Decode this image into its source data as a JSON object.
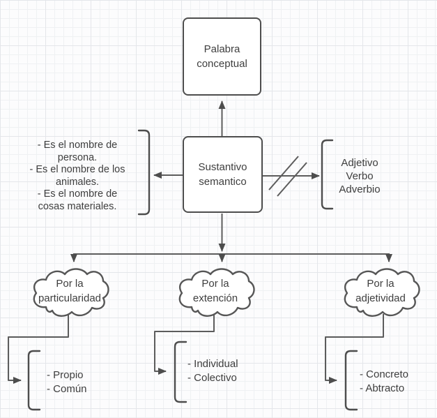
{
  "diagram": {
    "top_box_label": "Palabra\nconceptual",
    "center_box_label": "Sustantivo\nsemantico",
    "left_notes": "- Es el nombre de\npersona.\n- Es el nombre de los\nanimales.\n- Es el nombre de\ncosas materiales.",
    "right_notes": "Adjetivo\nVerbo\nAdverbio",
    "branches": [
      {
        "cloud": "Por la\nparticularidad",
        "items": "- Propio\n- Común"
      },
      {
        "cloud": "Por la\nextención",
        "items": "- Individual\n- Colectivo"
      },
      {
        "cloud": "Por la\nadjetividad",
        "items": "- Concreto\n- Abtracto"
      }
    ]
  },
  "colors": {
    "stroke": "#565656",
    "text": "#3e3e3e",
    "shape_fill": "#ffffff",
    "background": "#fcfcfd",
    "grid_minor": "#eff1f3",
    "grid_major": "#e4e6ea"
  }
}
